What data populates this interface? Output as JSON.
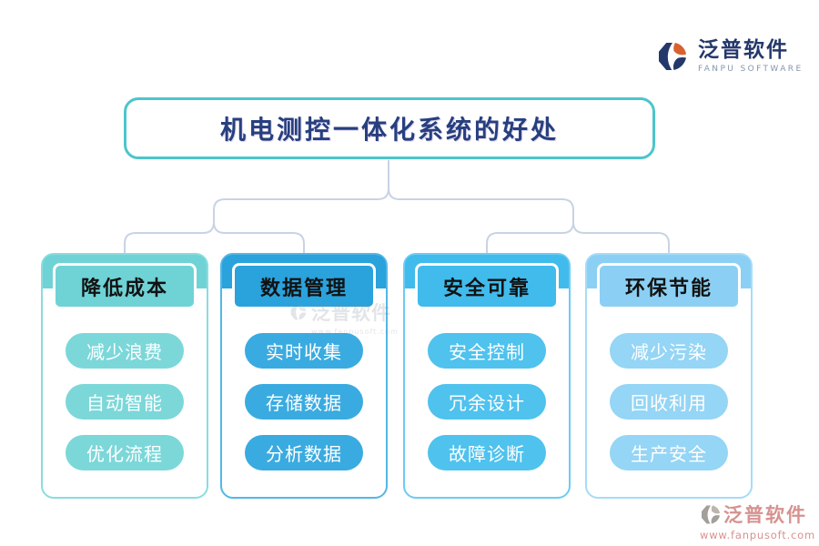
{
  "title": "机电测控一体化系统的好处",
  "brand_top": {
    "name": "泛普软件",
    "subtitle": "FANPU SOFTWARE"
  },
  "columns": [
    {
      "header": "降低成本",
      "items": [
        "减少浪费",
        "自动智能",
        "优化流程"
      ],
      "colors": {
        "band": "#6fd3d6",
        "pill": "#7cd7d9",
        "border": "#8bdcde"
      }
    },
    {
      "header": "数据管理",
      "items": [
        "实时收集",
        "存储数据",
        "分析数据"
      ],
      "colors": {
        "band": "#2aa2dc",
        "pill": "#3aabe0",
        "border": "#52b7e6"
      }
    },
    {
      "header": "安全可靠",
      "items": [
        "安全控制",
        "冗余设计",
        "故障诊断"
      ],
      "colors": {
        "band": "#40bbec",
        "pill": "#4fc2ee",
        "border": "#6cccf2"
      }
    },
    {
      "header": "环保节能",
      "items": [
        "减少污染",
        "回收利用",
        "生产安全"
      ],
      "colors": {
        "band": "#8bd0f4",
        "pill": "#95d5f5",
        "border": "#a6dcf7"
      }
    }
  ],
  "watermark_center": {
    "name": "泛普软件",
    "url": "www.fanpusoft.com"
  },
  "brand_bottom": {
    "name": "泛普软件",
    "url": "www.fanpusoft.com"
  },
  "colors": {
    "title_border": "#4cc5cb",
    "title_text": "#273f7e",
    "connector": "#c8d3e4",
    "logo_navy": "#24386b",
    "logo_orange": "#d9612f",
    "footer_text": "#d6928f"
  }
}
